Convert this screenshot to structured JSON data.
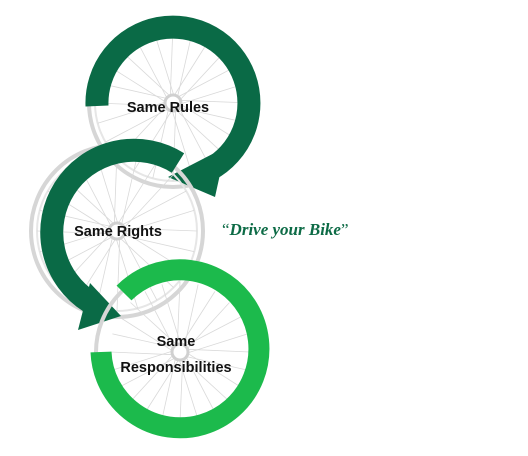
{
  "colors": {
    "dark_green": "#0a6a46",
    "bright_green": "#1cba4c",
    "rim_gray": "#cfcfcf",
    "spoke_gray": "#d9d9d9",
    "slogan_green": "#0d6b46"
  },
  "wheels": [
    {
      "label": "Same Rules",
      "arrow_color": "dark_green"
    },
    {
      "label": "Same Rights",
      "arrow_color": "dark_green"
    },
    {
      "label_line1": "Same",
      "label_line2": "Responsibilities",
      "ring_color": "bright_green"
    }
  ],
  "slogan": {
    "open_quote": "“",
    "text": "Drive your Bike",
    "close_quote": "”"
  }
}
